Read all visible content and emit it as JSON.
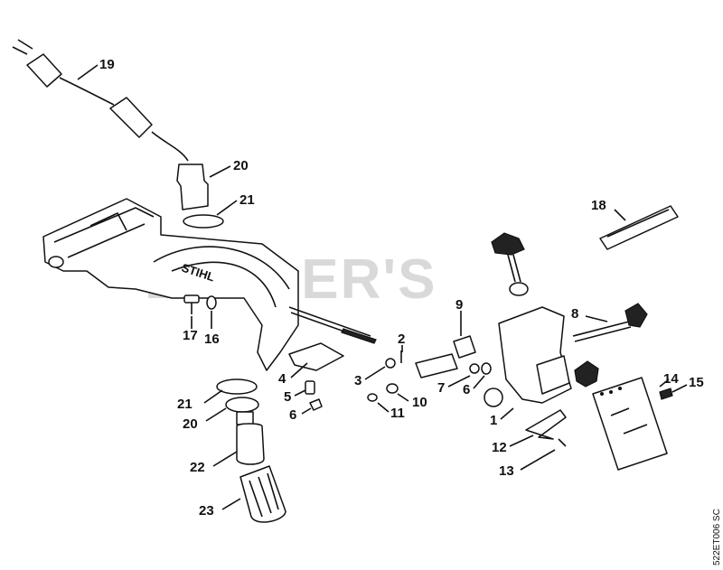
{
  "watermark": "BUTLER'S",
  "drawing_code": "522ET006 SC",
  "callouts": {
    "p1": "1",
    "p2": "2",
    "p3": "3",
    "p4": "4",
    "p5": "5",
    "p6a": "6",
    "p6b": "6",
    "p7": "7",
    "p8": "8",
    "p9": "9",
    "p10": "10",
    "p11": "11",
    "p12": "12",
    "p13": "13",
    "p14": "14",
    "p15": "15",
    "p16": "16",
    "p17": "17",
    "p18": "18",
    "p19": "19",
    "p20a": "20",
    "p20b": "20",
    "p21a": "21",
    "p21b": "21",
    "p22": "22",
    "p23": "23"
  }
}
